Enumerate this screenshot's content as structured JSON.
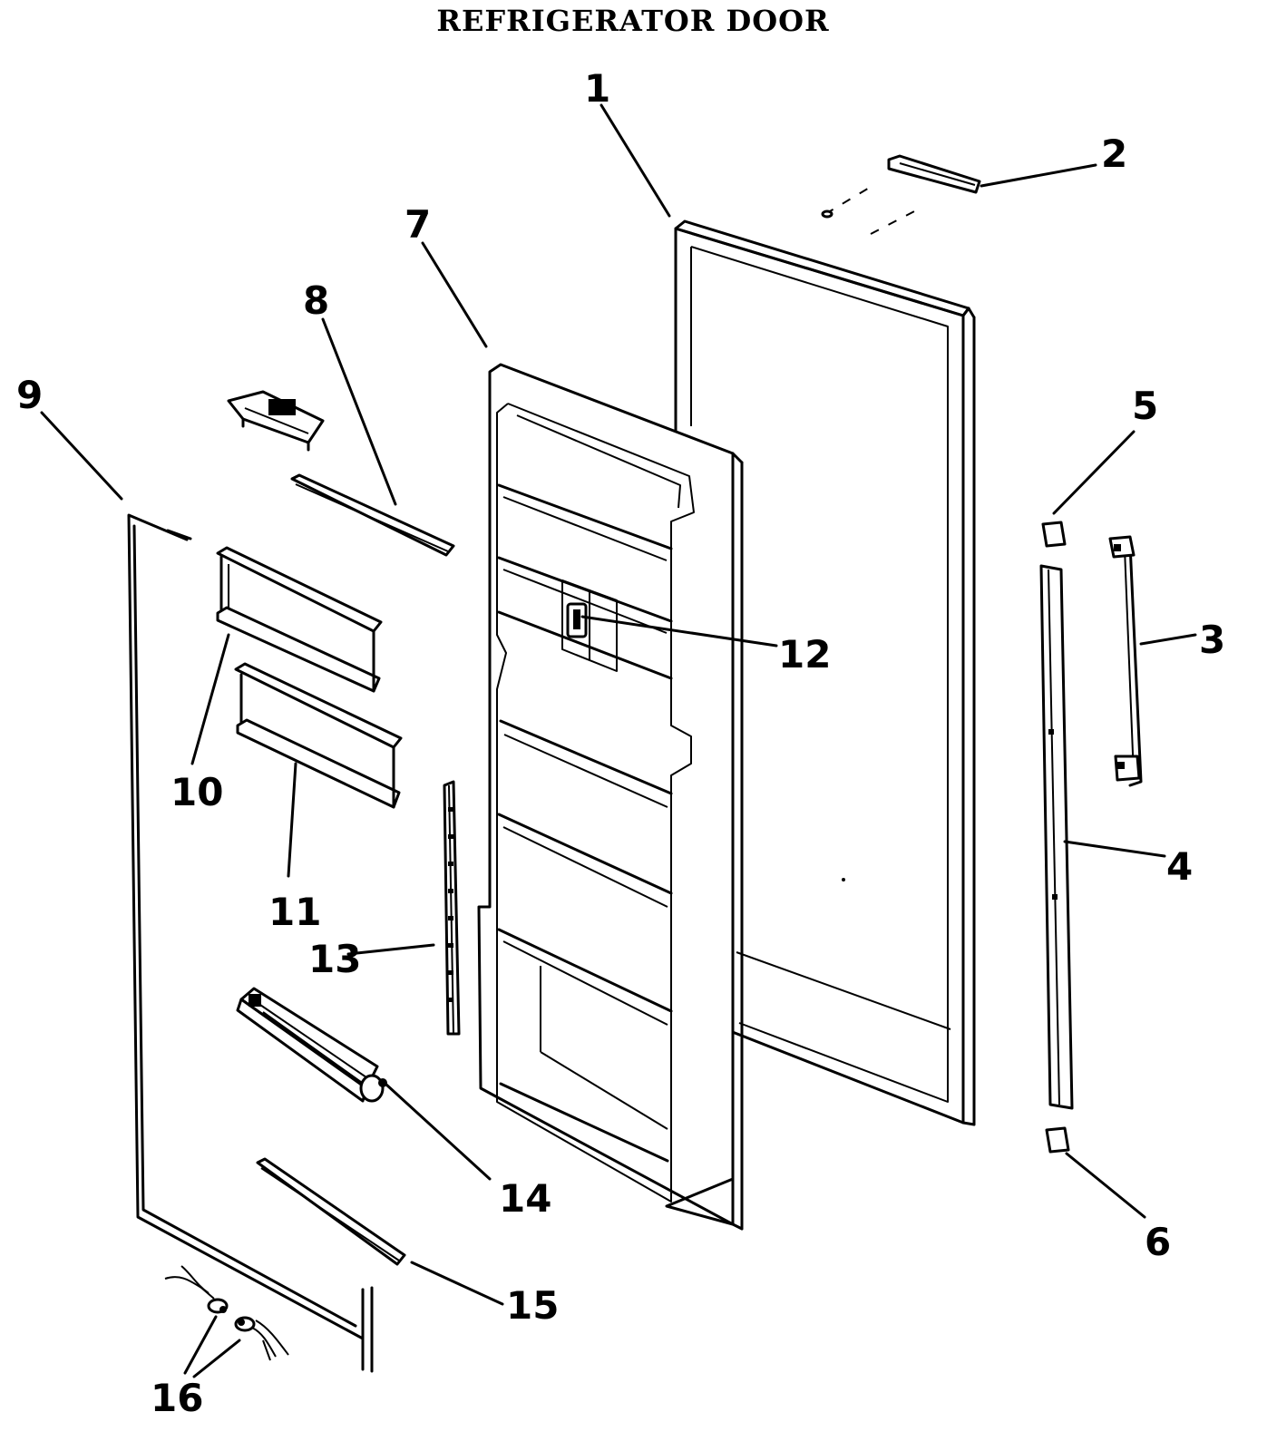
{
  "title": "REFRIGERATOR DOOR",
  "callouts": [
    "1",
    "2",
    "3",
    "4",
    "5",
    "6",
    "7",
    "8",
    "9",
    "10",
    "11",
    "12",
    "13",
    "14",
    "15",
    "16"
  ]
}
